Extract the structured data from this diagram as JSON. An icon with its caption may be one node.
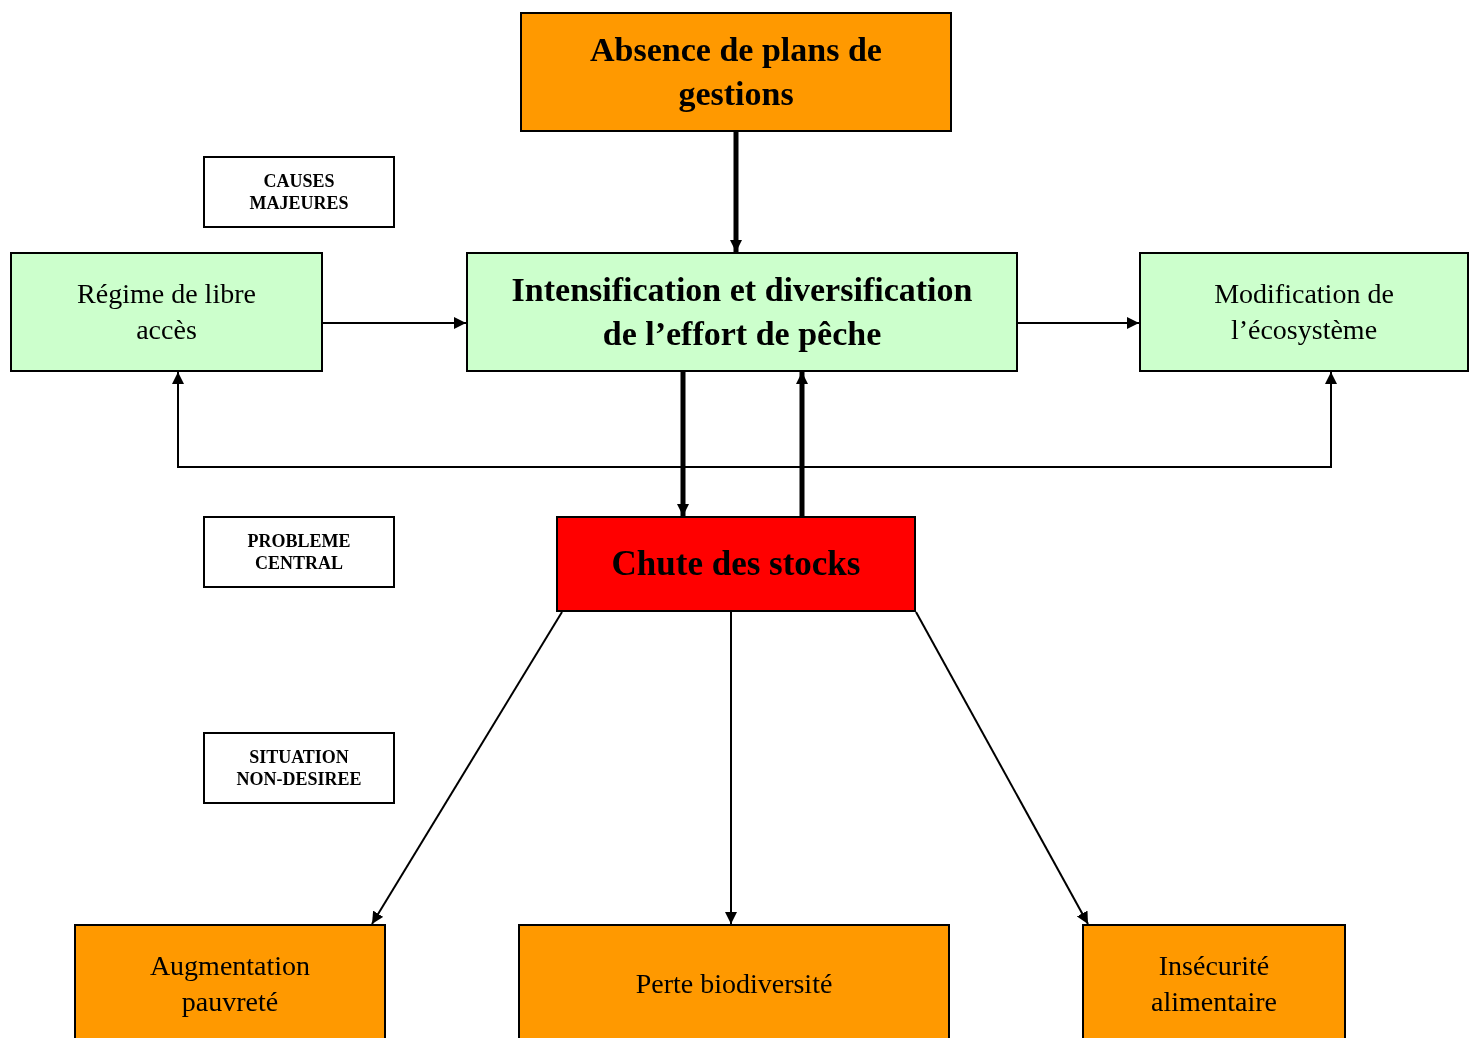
{
  "diagram": {
    "nodes": [
      {
        "text": [
          "Absence de plans de gestions"
        ]
      },
      {
        "text": [
          "CAUSES MAJEURES"
        ]
      },
      {
        "text": [
          "Régime de libre accès"
        ]
      },
      {
        "text": [
          "Intensification et diversification de l’effort de pêche"
        ]
      },
      {
        "text": [
          "Modification de l’écosystème"
        ]
      },
      {
        "text": [
          "PROBLEME CENTRAL"
        ]
      },
      {
        "text": [
          "Chute des stocks"
        ]
      },
      {
        "text": [
          "SITUATION NON-DESIREE"
        ]
      },
      {
        "text": [
          "Augmentation pauvreté"
        ]
      },
      {
        "text": [
          "Perte biodiversité"
        ]
      },
      {
        "text": [
          "Insécurité alimentaire"
        ]
      }
    ],
    "edges": [
      {
        "from": 0,
        "to": 3,
        "arrow": "to",
        "style": "thick"
      },
      {
        "from": 2,
        "to": 3,
        "arrow": "to"
      },
      {
        "from": 3,
        "to": 4,
        "arrow": "to"
      },
      {
        "from": 3,
        "to": 6,
        "arrow": "to",
        "style": "thick"
      },
      {
        "from": 6,
        "to": 3,
        "arrow": "to",
        "style": "thick"
      },
      {
        "from": 6,
        "to": 2,
        "arrow": "to"
      },
      {
        "from": 6,
        "to": 4,
        "arrow": "to"
      },
      {
        "from": 6,
        "to": 8,
        "arrow": "to"
      },
      {
        "from": 6,
        "to": 9,
        "arrow": "to"
      },
      {
        "from": 6,
        "to": 10,
        "arrow": "to"
      }
    ]
  }
}
